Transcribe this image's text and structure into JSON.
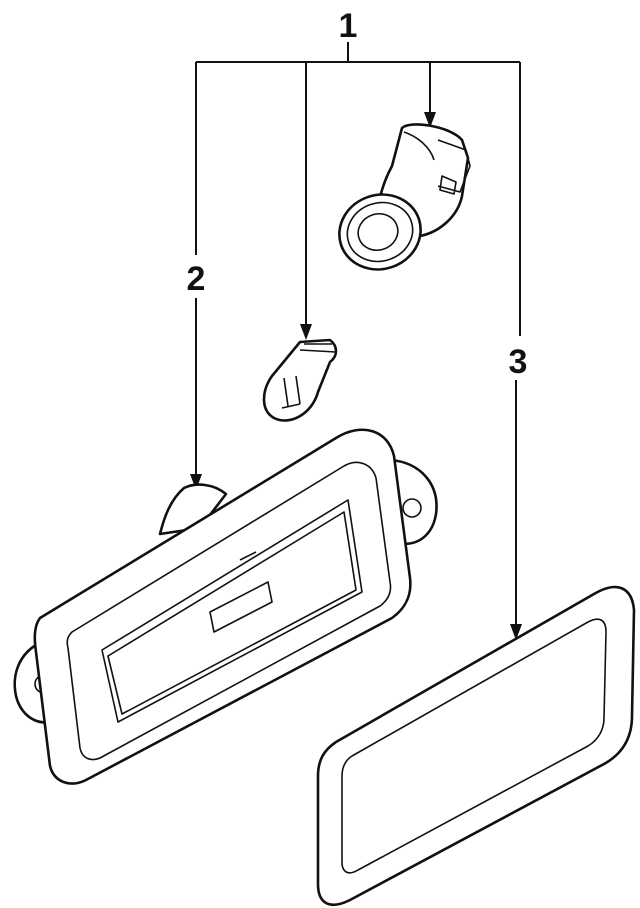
{
  "callouts": {
    "one": "1",
    "two": "2",
    "three": "3"
  },
  "colors": {
    "line": "#111111",
    "background": "#ffffff"
  }
}
